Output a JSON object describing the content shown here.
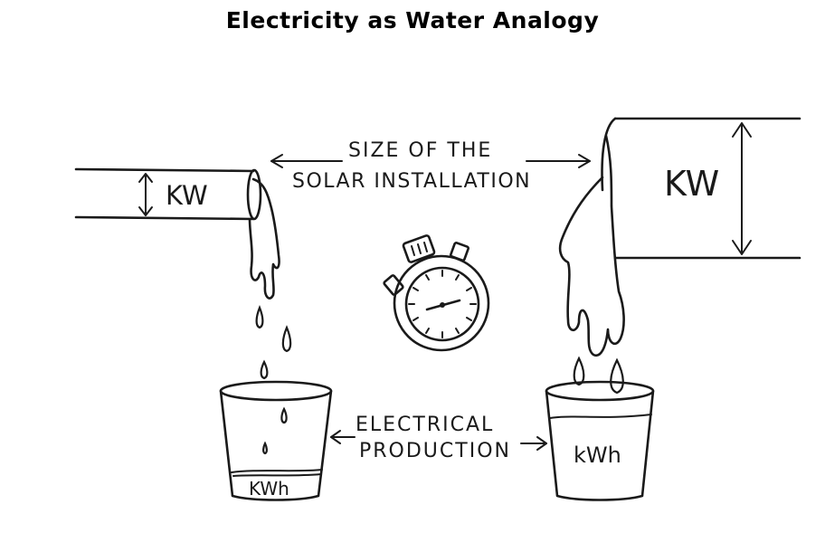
{
  "title": "Electricity as Water Analogy",
  "labels": {
    "small_pipe_kw": "KW",
    "large_pipe_kw": "KW",
    "size_line1": "SIZE OF THE",
    "size_line2": "SOLAR INSTALLATION",
    "production_line1": "ELECTRICAL",
    "production_line2": "PRODUCTION",
    "small_bucket_kwh": "KWh",
    "large_bucket_kwh": "kWh"
  }
}
